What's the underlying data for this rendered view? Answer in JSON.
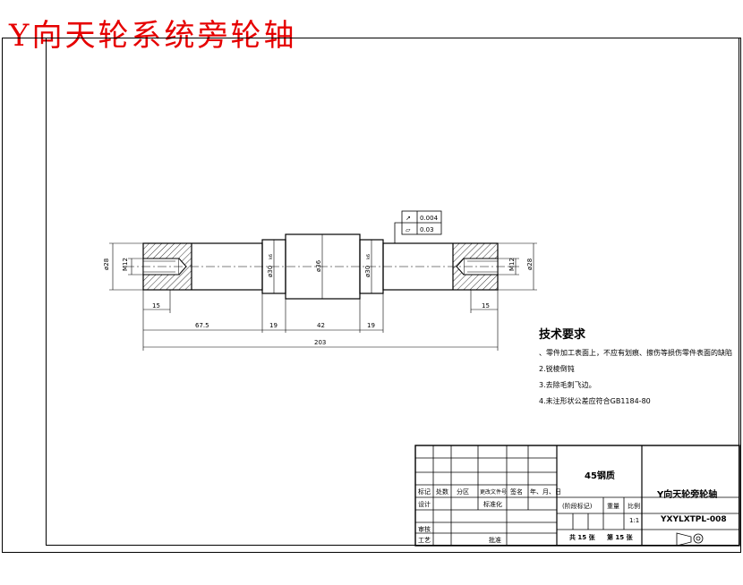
{
  "title": "Y向天轮系统旁轮轴",
  "drawing": {
    "dims": {
      "d_left_outer": "ø28",
      "d_left_inner": "M12",
      "d_collar_left": "ø30",
      "d_center": "ø36",
      "d_collar_right": "ø30",
      "d_right_inner": "M12",
      "d_right_outer": "ø28",
      "tol_left": "k6",
      "tol_right": "k6",
      "len_left_15": "15",
      "len_right_15": "15",
      "len_67_5": "67.5",
      "len_19_left": "19",
      "len_42": "42",
      "len_19_right": "19",
      "len_total": "203"
    },
    "tolerances": [
      {
        "symbol": "↗",
        "value": "0.004"
      },
      {
        "symbol": "▱",
        "value": "0.03"
      }
    ]
  },
  "tech_req": {
    "heading": "技术要求",
    "items": [
      "、零件加工表面上，不应有划痕、擦伤等损伤零件表面的缺陷",
      "2.锐棱倒钝",
      "3.去除毛刺飞边。",
      "4.未注形状公差应符合GB1184-80"
    ]
  },
  "title_block": {
    "material": "45钢质",
    "part_name": "Y向天轮旁轮轴",
    "drawing_no": "YXYLXTPL-008",
    "mark_label": "(阶段标记)",
    "weight_label": "重量",
    "scale_label": "比例",
    "scale": "1:1",
    "sheets": "共 15 张",
    "sheet": "第 15 张",
    "rev_headers": [
      "标记",
      "处数",
      "分区",
      "更改文件号",
      "签名",
      "年、月、日"
    ],
    "design": "设计",
    "standard": "标准化",
    "review": "审核",
    "process": "工艺",
    "approve": "批准"
  }
}
